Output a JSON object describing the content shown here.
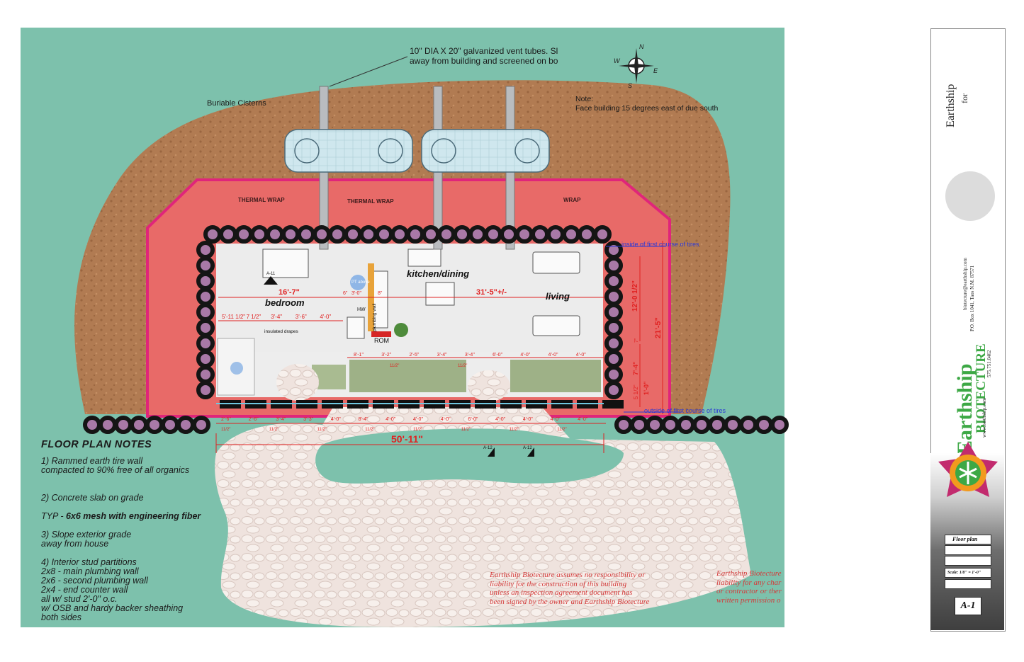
{
  "plan": {
    "vent_note_line1": "10\" DIA X 20\" galvanized vent tubes. Sl",
    "vent_note_line2": "away from building and screened on bo",
    "cisterns_label": "Buriable Cisterns",
    "orientation_note_title": "Note:",
    "orientation_note_text": "Face building 15 degrees east of due south",
    "compass": {
      "n": "N",
      "s": "S",
      "e": "E",
      "w": "W"
    },
    "thermal_wrap_1": "THERMAL WRAP",
    "thermal_wrap_2": "THERMAL WRAP",
    "thermal_wrap_3": "WRAP",
    "inside_tires_label": "inside of first course of tires",
    "outside_tires_label": "outside of first course of tires",
    "rooms": {
      "bedroom": "bedroom",
      "kitchen": "kitchen/dining",
      "living": "living"
    },
    "small_labels": {
      "pt_above": "PT above",
      "hw": "HW",
      "plumbing_wall": "plumbing wall",
      "rom": "ROM",
      "insulated_drapes": "insulated drapes",
      "section_a11": "A-11",
      "section_a12a": "A-12",
      "section_a12b": "A-12",
      "dim_3_0": "3'-0\"",
      "dim_8": "8\"",
      "dim_6": "6\""
    },
    "dims": {
      "bedroom_width": "16'-7\"",
      "main_span": "31'-5\"+/-",
      "depth_1": "12'-0 1/2\"",
      "depth_total": "21'-5\"",
      "depth_3": "7'-4\"",
      "depth_4": "1'-0\"",
      "depth_5": "5 1/2\"",
      "depth_6": "7\"",
      "overall_width": "50'-11\"",
      "bed_row": [
        "5'-11 1/2\"",
        "7 1/2\"",
        "3'-4\"",
        "3'-6\"",
        "4'-0\""
      ],
      "mid_row": [
        "8'-1\"",
        "3'-2\"",
        "2'-5\"",
        "3'-4\"",
        "3'-4\"",
        "6'-0\"",
        "4'-0\"",
        "4'-0\"",
        "4'-0\""
      ],
      "mid_row_sub": [
        "11/2\"",
        "11/2\""
      ],
      "bottom_row": [
        "2'-6\"",
        "2'-6\"",
        "3'-4\"",
        "3'-3\"",
        "4'-0\"",
        "8'-4\"",
        "4'-0\"",
        "4'-0\"",
        "4'-0\"",
        "6'-0\"",
        "4'-0\"",
        "4'-0\"",
        "4'-0\"",
        "4'-0\""
      ],
      "bottom_sub": [
        "11/2\"",
        "11/2\"",
        "11/2\"",
        "11/2\"",
        "11/2\"",
        "11/2\"",
        "11/2\"",
        "11/2\""
      ]
    }
  },
  "notes": {
    "title": "FLOOR PLAN NOTES",
    "items": [
      "1) Rammed earth tire wall\ncompacted to 90% free of all organics",
      "2) Concrete slab on grade",
      "3)  Slope exterior grade\naway from house",
      "4) Interior stud partitions\n2x8 - main plumbing wall\n2x6 - second plumbing wall\n2x4 - end counter wall\nall w/ stud 2'-0\" o.c.\nw/ OSB and hardy backer sheathing\nboth sides"
    ],
    "note2_typ": "TYP -  ",
    "note2_bold": "6x6 mesh with engineering fiber"
  },
  "disclaimers": {
    "main": "Earthship Biotecture assumes no responsibility or\nliability for the construction of this building\nunless an inspection agreement document has\nbeen signed by the owner and Earthship Biotecture",
    "clipped": "Earthship Biotecture\nliability for any char\nor contractor or ther\nwritten permission o"
  },
  "titleblock": {
    "project_name": "Earthship",
    "project_for": "for",
    "company_email": "biotecture@earthship.com",
    "company_address": "P.O. Box 1041, Taos N.M. 87571",
    "company_phone": "575.751.0462",
    "company_web": "www.earthship.com",
    "logo_line1": "Earthship",
    "logo_line2": "BIOTECTURE",
    "sheet_title": "Floor plan",
    "scale": "Scale: 1/8\" = 1'-0\"",
    "sheet_number": "A-1"
  },
  "colors": {
    "site_teal": "#7dc1ac",
    "earth_berm": "#b17b52",
    "thermal_wrap": "#e86a68",
    "wrap_border": "#e0257a",
    "tire_ring": "#a979a7",
    "floor": "#ececec",
    "planter_green": "#9eb187",
    "path_stone": "#ecdfd9",
    "dimension_red": "#e02121",
    "label_blue": "#2a39d6",
    "logo_green": "#3da845"
  }
}
